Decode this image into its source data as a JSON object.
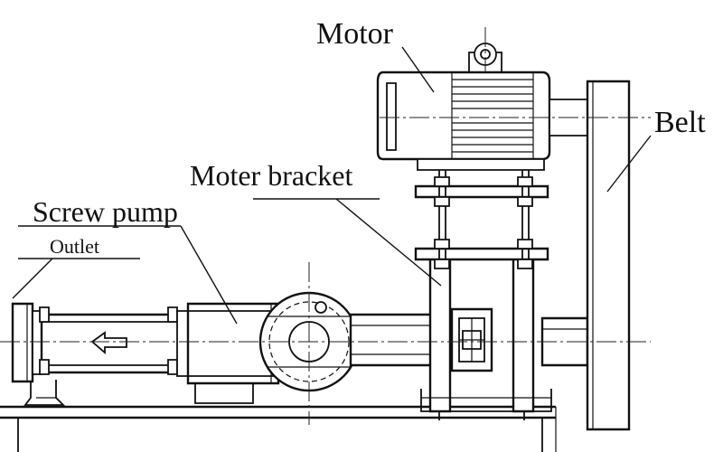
{
  "labels": {
    "motor": "Motor",
    "belt": "Belt",
    "motor_bracket": "Moter bracket",
    "screw_pump": "Screw pump",
    "outlet": "Outlet"
  },
  "colors": {
    "line": "#111111",
    "background": "#ffffff"
  }
}
